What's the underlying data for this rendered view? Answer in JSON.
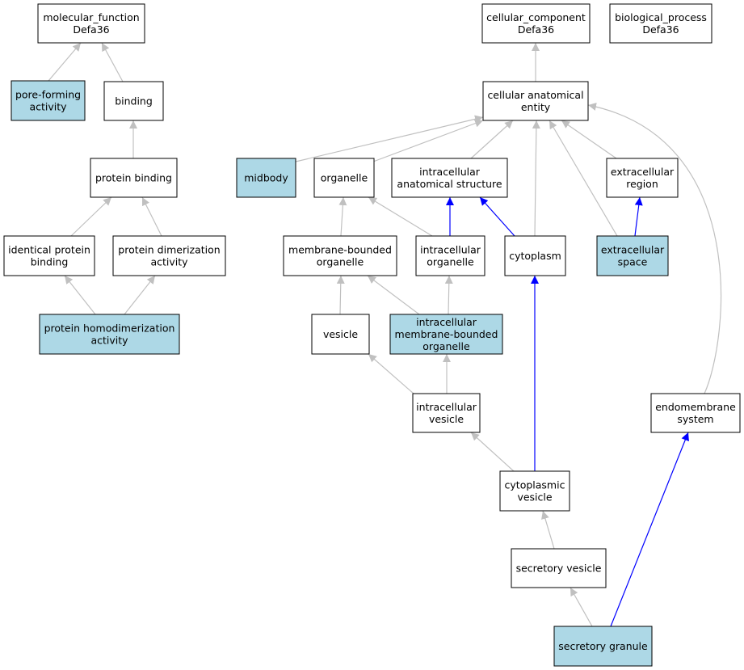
{
  "colors": {
    "highlight": "#add8e6",
    "normal": "#ffffff",
    "edge_gray": "#c0c0c0",
    "edge_blue": "#0000ff"
  },
  "nodes": [
    {
      "id": "mf",
      "lines": [
        "molecular_function",
        "Defa36"
      ],
      "highlight": false
    },
    {
      "id": "cc",
      "lines": [
        "cellular_component",
        "Defa36"
      ],
      "highlight": false
    },
    {
      "id": "bp",
      "lines": [
        "biological_process",
        "Defa36"
      ],
      "highlight": false
    },
    {
      "id": "pore",
      "lines": [
        "pore-forming",
        "activity"
      ],
      "highlight": true
    },
    {
      "id": "binding",
      "lines": [
        "binding"
      ],
      "highlight": false
    },
    {
      "id": "cae",
      "lines": [
        "cellular anatomical",
        "entity"
      ],
      "highlight": false
    },
    {
      "id": "pbind",
      "lines": [
        "protein binding"
      ],
      "highlight": false
    },
    {
      "id": "midbody",
      "lines": [
        "midbody"
      ],
      "highlight": true
    },
    {
      "id": "organelle",
      "lines": [
        "organelle"
      ],
      "highlight": false
    },
    {
      "id": "ias",
      "lines": [
        "intracellular",
        "anatomical structure"
      ],
      "highlight": false
    },
    {
      "id": "exreg",
      "lines": [
        "extracellular",
        "region"
      ],
      "highlight": false
    },
    {
      "id": "ipb",
      "lines": [
        "identical protein",
        "binding"
      ],
      "highlight": false
    },
    {
      "id": "pda",
      "lines": [
        "protein dimerization",
        "activity"
      ],
      "highlight": false
    },
    {
      "id": "mbo",
      "lines": [
        "membrane-bounded",
        "organelle"
      ],
      "highlight": false
    },
    {
      "id": "io",
      "lines": [
        "intracellular",
        "organelle"
      ],
      "highlight": false
    },
    {
      "id": "cyto",
      "lines": [
        "cytoplasm"
      ],
      "highlight": false
    },
    {
      "id": "exspace",
      "lines": [
        "extracellular",
        "space"
      ],
      "highlight": true
    },
    {
      "id": "phda",
      "lines": [
        "protein homodimerization",
        "activity"
      ],
      "highlight": true
    },
    {
      "id": "vesicle",
      "lines": [
        "vesicle"
      ],
      "highlight": false
    },
    {
      "id": "imbo",
      "lines": [
        "intracellular",
        "membrane-bounded",
        "organelle"
      ],
      "highlight": true
    },
    {
      "id": "iv",
      "lines": [
        "intracellular",
        "vesicle"
      ],
      "highlight": false
    },
    {
      "id": "endo",
      "lines": [
        "endomembrane",
        "system"
      ],
      "highlight": false
    },
    {
      "id": "cv",
      "lines": [
        "cytoplasmic",
        "vesicle"
      ],
      "highlight": false
    },
    {
      "id": "sv",
      "lines": [
        "secretory vesicle"
      ],
      "highlight": false
    },
    {
      "id": "sg",
      "lines": [
        "secretory granule"
      ],
      "highlight": true
    }
  ],
  "edges": [
    {
      "from": "pore",
      "to": "mf",
      "color": "gray"
    },
    {
      "from": "binding",
      "to": "mf",
      "color": "gray"
    },
    {
      "from": "pbind",
      "to": "binding",
      "color": "gray"
    },
    {
      "from": "ipb",
      "to": "pbind",
      "color": "gray"
    },
    {
      "from": "pda",
      "to": "pbind",
      "color": "gray"
    },
    {
      "from": "phda",
      "to": "ipb",
      "color": "gray"
    },
    {
      "from": "phda",
      "to": "pda",
      "color": "gray"
    },
    {
      "from": "cae",
      "to": "cc",
      "color": "gray"
    },
    {
      "from": "midbody",
      "to": "cae",
      "color": "gray"
    },
    {
      "from": "organelle",
      "to": "cae",
      "color": "gray"
    },
    {
      "from": "ias",
      "to": "cae",
      "color": "gray"
    },
    {
      "from": "cyto",
      "to": "cae",
      "color": "gray"
    },
    {
      "from": "exreg",
      "to": "cae",
      "color": "gray"
    },
    {
      "from": "exspace",
      "to": "cae",
      "color": "gray"
    },
    {
      "from": "endo",
      "to": "cae",
      "color": "gray"
    },
    {
      "from": "mbo",
      "to": "organelle",
      "color": "gray"
    },
    {
      "from": "io",
      "to": "organelle",
      "color": "gray"
    },
    {
      "from": "io",
      "to": "ias",
      "color": "blue"
    },
    {
      "from": "cyto",
      "to": "ias",
      "color": "blue"
    },
    {
      "from": "exspace",
      "to": "exreg",
      "color": "blue"
    },
    {
      "from": "vesicle",
      "to": "mbo",
      "color": "gray"
    },
    {
      "from": "imbo",
      "to": "mbo",
      "color": "gray"
    },
    {
      "from": "imbo",
      "to": "io",
      "color": "gray"
    },
    {
      "from": "iv",
      "to": "vesicle",
      "color": "gray"
    },
    {
      "from": "iv",
      "to": "imbo",
      "color": "gray"
    },
    {
      "from": "cv",
      "to": "iv",
      "color": "gray"
    },
    {
      "from": "cv",
      "to": "cyto",
      "color": "blue"
    },
    {
      "from": "sv",
      "to": "cv",
      "color": "gray"
    },
    {
      "from": "sg",
      "to": "sv",
      "color": "gray"
    },
    {
      "from": "sg",
      "to": "endo",
      "color": "blue"
    }
  ]
}
